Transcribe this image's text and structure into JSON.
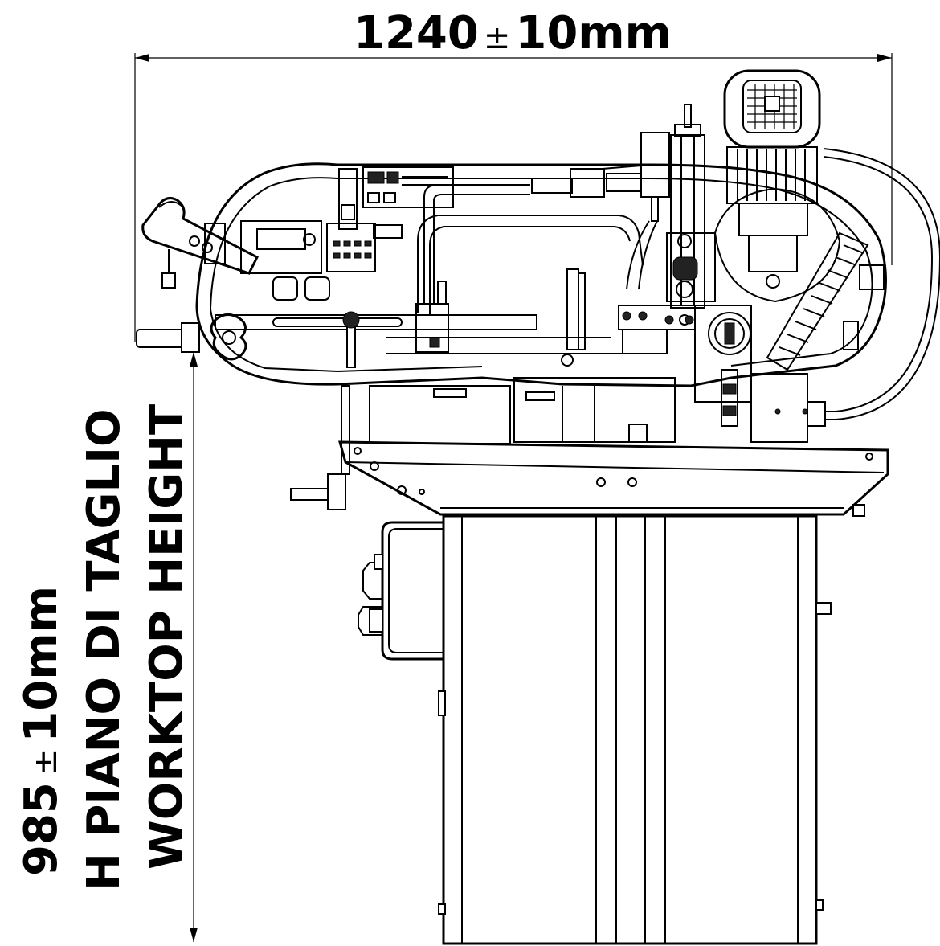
{
  "dimensions": {
    "width_value": "1240",
    "width_tolerance": "±",
    "width_tol_value": "10mm",
    "height_value": "985",
    "height_tolerance": "±",
    "height_tol_value": "10mm",
    "height_label_it": "H PIANO DI TAGLIO",
    "height_label_en": "WORKTOP HEIGHT"
  },
  "colors": {
    "line": "#000000",
    "background": "#ffffff"
  }
}
